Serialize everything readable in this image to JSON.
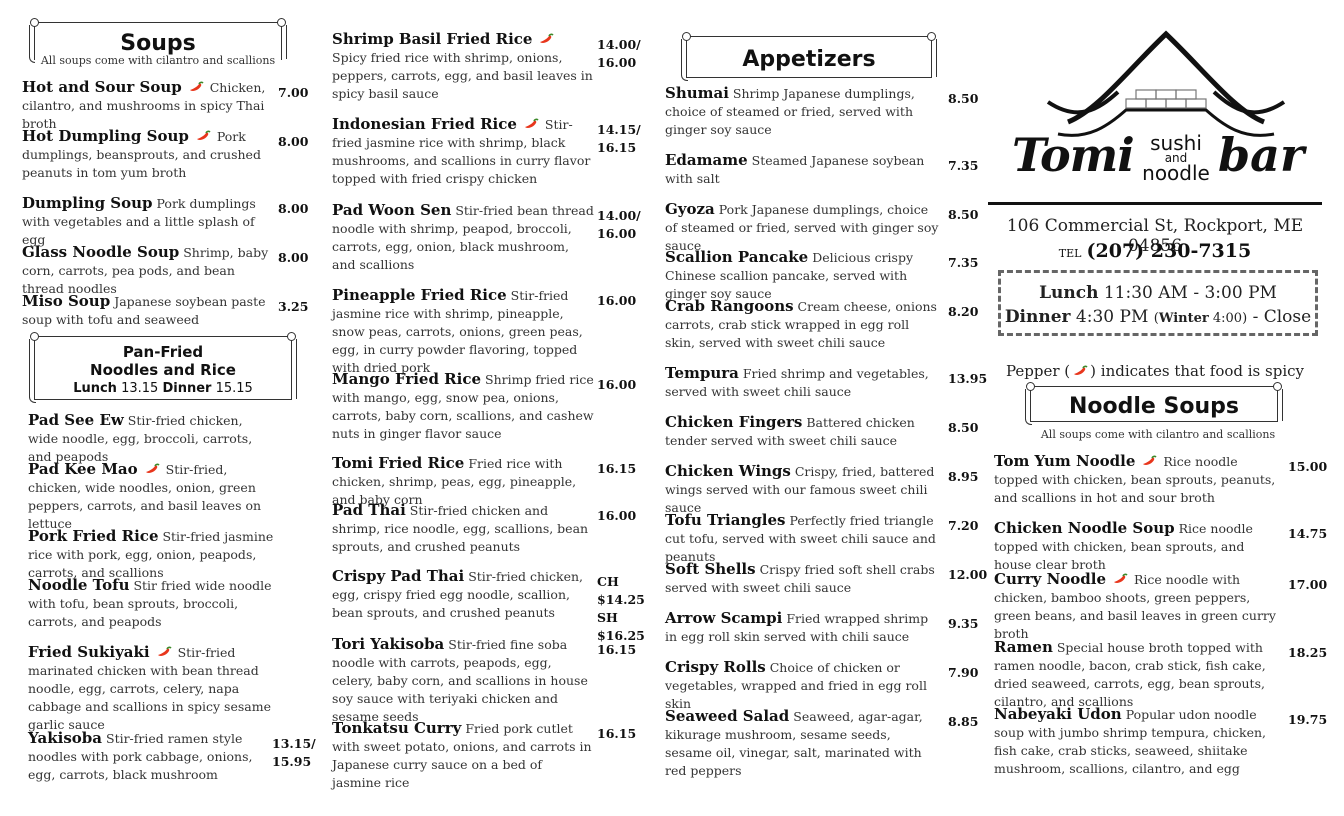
{
  "colors": {
    "pepper": "#e8361c",
    "stem": "#3c8a2a",
    "text": "#222222"
  },
  "soups": {
    "title": "Soups",
    "note": "All soups come with cilantro and scallions",
    "items": [
      {
        "name": "Hot and Sour Soup",
        "spicy": true,
        "desc": "Chicken, cilantro, and mushrooms in spicy Thai broth",
        "price": "7.00"
      },
      {
        "name": "Hot Dumpling Soup",
        "spicy": true,
        "desc": "Pork dumplings, beansprouts, and crushed peanuts in tom yum broth",
        "price": "8.00"
      },
      {
        "name": "Dumpling Soup",
        "spicy": false,
        "desc": "Pork dumplings with vegetables and a little splash of egg",
        "price": "8.00"
      },
      {
        "name": "Glass Noodle Soup",
        "spicy": false,
        "desc": "Shrimp, baby corn, carrots, pea pods, and bean thread noodles",
        "price": "8.00"
      },
      {
        "name": "Miso Soup",
        "spicy": false,
        "desc": "Japanese soybean paste soup with tofu and seaweed",
        "price": "3.25"
      }
    ]
  },
  "panfried": {
    "title1": "Pan-Fried",
    "title2": "Noodles and Rice",
    "lunch_label": "Lunch",
    "lunch_price": "13.15",
    "dinner_label": "Dinner",
    "dinner_price": "15.15",
    "items": [
      {
        "name": "Pad See Ew",
        "spicy": false,
        "desc": "Stir-fried chicken, wide noodle, egg, broccoli, carrots, and peapods",
        "price": ""
      },
      {
        "name": "Pad Kee Mao",
        "spicy": true,
        "desc": "Stir-fried, chicken, wide noodles, onion, green peppers, carrots, and basil leaves on lettuce",
        "price": ""
      },
      {
        "name": "Pork Fried Rice",
        "spicy": false,
        "desc": "Stir-fried jasmine rice with pork, egg, onion, peapods, carrots, and scallions",
        "price": ""
      },
      {
        "name": "Noodle Tofu",
        "spicy": false,
        "desc": "Stir fried wide noodle with tofu, bean sprouts, broccoli, carrots, and peapods",
        "price": ""
      },
      {
        "name": "Fried Sukiyaki",
        "spicy": true,
        "desc": "Stir-fried marinated chicken with bean thread noodle, egg, carrots, celery, napa cabbage and scallions in spicy sesame garlic sauce",
        "price": ""
      },
      {
        "name": "Yakisoba",
        "spicy": false,
        "desc": "Stir-fried ramen style noodles with pork cabbage, onions, egg, carrots, black mushroom",
        "price": "13.15/ 15.95"
      }
    ]
  },
  "rice": {
    "items": [
      {
        "name": "Shrimp Basil Fried Rice",
        "spicy": true,
        "desc": "Spicy fried rice with shrimp, onions, peppers, carrots, egg, and basil leaves in spicy basil sauce",
        "price": "14.00/ 16.00"
      },
      {
        "name": "Indonesian Fried Rice",
        "spicy": true,
        "desc": "Stir-fried jasmine rice with shrimp, black mushrooms, and scallions in curry flavor topped with fried crispy chicken",
        "price": "14.15/ 16.15"
      },
      {
        "name": "Pad Woon Sen",
        "spicy": false,
        "desc": "Stir-fried bean thread noodle with shrimp, peapod, broccoli, carrots, egg, onion, black mushroom, and scallions",
        "price": "14.00/ 16.00"
      },
      {
        "name": "Pineapple Fried Rice",
        "spicy": false,
        "desc": "Stir-fried jasmine rice with shrimp, pineapple, snow peas, carrots, onions, green peas, egg, in curry powder flavoring, topped with dried pork",
        "price": "16.00"
      },
      {
        "name": "Mango Fried Rice",
        "spicy": false,
        "desc": "Shrimp fried rice with mango, egg, snow pea, onions, carrots, baby corn, scallions, and cashew nuts in ginger flavor sauce",
        "price": "16.00"
      },
      {
        "name": "Tomi Fried Rice",
        "spicy": false,
        "desc": "Fried rice with chicken, shrimp, peas, egg, pineapple, and baby corn",
        "price": "16.15"
      },
      {
        "name": "Pad Thai",
        "spicy": false,
        "desc": "Stir-fried chicken and shrimp, rice noodle, egg, scallions, bean sprouts, and crushed peanuts",
        "price": "16.00"
      },
      {
        "name": "Crispy Pad Thai",
        "spicy": false,
        "desc": "Stir-fried chicken, egg, crispy fried egg noodle, scallion, bean sprouts, and crushed peanuts",
        "price": "CH $14.25 SH $16.25"
      },
      {
        "name": "Tori Yakisoba",
        "spicy": false,
        "desc": "Stir-fried fine soba noodle with carrots, peapods, egg, celery, baby corn, and scallions in house soy sauce with teriyaki chicken and sesame seeds",
        "price": "16.15"
      },
      {
        "name": "Tonkatsu Curry",
        "spicy": false,
        "desc": "Fried pork cutlet with sweet potato, onions, and carrots in Japanese curry sauce on a bed of jasmine rice",
        "price": "16.15"
      }
    ]
  },
  "appetizers": {
    "title": "Appetizers",
    "items": [
      {
        "name": "Shumai",
        "desc": "Shrimp Japanese dumplings, choice of steamed or fried, served with ginger soy sauce",
        "price": "8.50"
      },
      {
        "name": "Edamame",
        "desc": "Steamed Japanese soybean with salt",
        "price": "7.35"
      },
      {
        "name": "Gyoza",
        "desc": "Pork Japanese dumplings, choice of steamed or fried, served with ginger soy sauce",
        "price": "8.50"
      },
      {
        "name": "Scallion Pancake",
        "desc": "Delicious crispy Chinese scallion pancake, served with ginger soy sauce",
        "price": "7.35"
      },
      {
        "name": "Crab Rangoons",
        "desc": "Cream cheese, onions carrots, crab stick wrapped in egg roll skin, served with sweet chili sauce",
        "price": "8.20"
      },
      {
        "name": "Tempura",
        "desc": "Fried shrimp and vegetables, served with sweet chili sauce",
        "price": "13.95"
      },
      {
        "name": "Chicken Fingers",
        "desc": "Battered chicken tender served with sweet chili sauce",
        "price": "8.50"
      },
      {
        "name": "Chicken Wings",
        "desc": "Crispy, fried, battered wings served with our famous sweet chili sauce",
        "price": "8.95"
      },
      {
        "name": "Tofu Triangles",
        "desc": "Perfectly fried triangle cut tofu, served with sweet chili sauce and peanuts",
        "price": "7.20"
      },
      {
        "name": "Soft Shells",
        "desc": "Crispy fried soft shell crabs served with sweet chili sauce",
        "price": "12.00"
      },
      {
        "name": "Arrow Scampi",
        "desc": "Fried wrapped shrimp in egg roll skin served with chili sauce",
        "price": "9.35"
      },
      {
        "name": "Crispy Rolls",
        "desc": "Choice of chicken or vegetables, wrapped and fried in egg roll skin",
        "price": "7.90"
      },
      {
        "name": "Seaweed Salad",
        "desc": "Seaweed, agar-agar, kikurage mushroom, sesame seeds, sesame oil, vinegar, salt, marinated with red peppers",
        "price": "8.85"
      }
    ]
  },
  "brand": {
    "script1": "Tomi",
    "word_sushi": "sushi",
    "word_and": "and",
    "word_noodle": "noodle",
    "script2": "bar"
  },
  "info": {
    "address": "106 Commercial St, Rockport, ME 04856",
    "tel_label": "TEL",
    "phone": "(207) 230-7315",
    "lunch_label": "Lunch",
    "lunch_hours": "11:30 AM - 3:00 PM",
    "dinner_label": "Dinner",
    "dinner_hours": "4:30 PM",
    "winter_label": "Winter",
    "winter_time": "4:00",
    "close_text": "- Close",
    "pepper_pre": "Pepper (",
    "pepper_post": ") indicates that food is spicy"
  },
  "noodle_soups": {
    "title": "Noodle Soups",
    "note": "All soups come with cilantro and scallions",
    "items": [
      {
        "name": "Tom Yum Noodle",
        "spicy": true,
        "desc": "Rice noodle topped with chicken, bean sprouts, peanuts, and scallions in hot and sour broth",
        "price": "15.00"
      },
      {
        "name": "Chicken Noodle Soup",
        "spicy": false,
        "desc": "Rice noodle topped with chicken, bean sprouts, and house clear broth",
        "price": "14.75"
      },
      {
        "name": "Curry Noodle",
        "spicy": true,
        "desc": "Rice noodle with chicken, bamboo shoots, green peppers, green beans, and basil leaves in green curry broth",
        "price": "17.00"
      },
      {
        "name": "Ramen",
        "spicy": false,
        "desc": "Special house broth topped with ramen noodle, bacon, crab stick, fish cake, dried seaweed, carrots, egg, bean sprouts, cilantro, and scallions",
        "price": "18.25"
      },
      {
        "name": "Nabeyaki Udon",
        "spicy": false,
        "desc": "Popular udon noodle soup with jumbo shrimp tempura, chicken, fish cake, crab sticks, seaweed, shiitake mushroom, scallions, cilantro, and egg",
        "price": "19.75"
      }
    ]
  }
}
